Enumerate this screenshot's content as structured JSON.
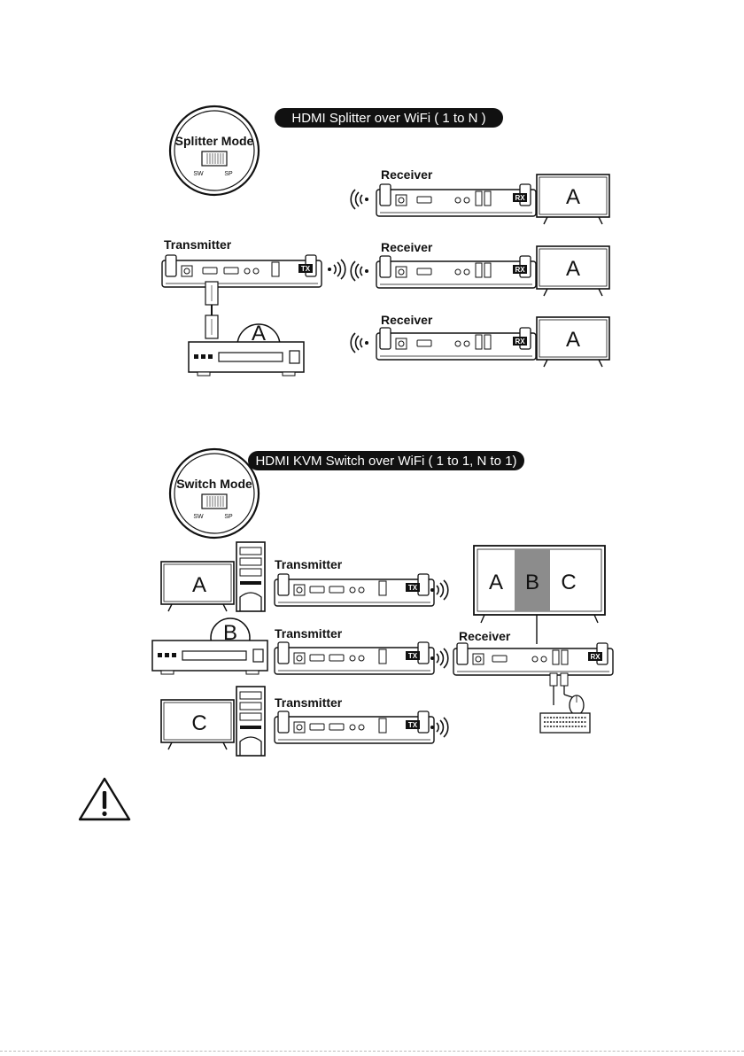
{
  "diagram1": {
    "title": "HDMI Splitter over WiFi ( 1 to N )",
    "mode_title": "Splitter Mode",
    "switch_left": "SW",
    "switch_right": "SP",
    "transmitter_label": "Transmitter",
    "receiver_label": "Receiver",
    "tx_tag": "TX",
    "rx_tag": "RX",
    "source_letter": "A",
    "screen_letter": "A"
  },
  "diagram2": {
    "title": "HDMI KVM Switch over WiFi ( 1 to 1, N to 1)",
    "mode_title": "Switch Mode",
    "switch_left": "SW",
    "switch_right": "SP",
    "transmitter_label": "Transmitter",
    "receiver_label": "Receiver",
    "tx_tag": "TX",
    "rx_tag": "RX",
    "source_a": "A",
    "source_b": "B",
    "source_c": "C",
    "monitor_a": "A",
    "monitor_b": "B",
    "monitor_c": "C"
  },
  "warning_icon": "warning-triangle-icon"
}
